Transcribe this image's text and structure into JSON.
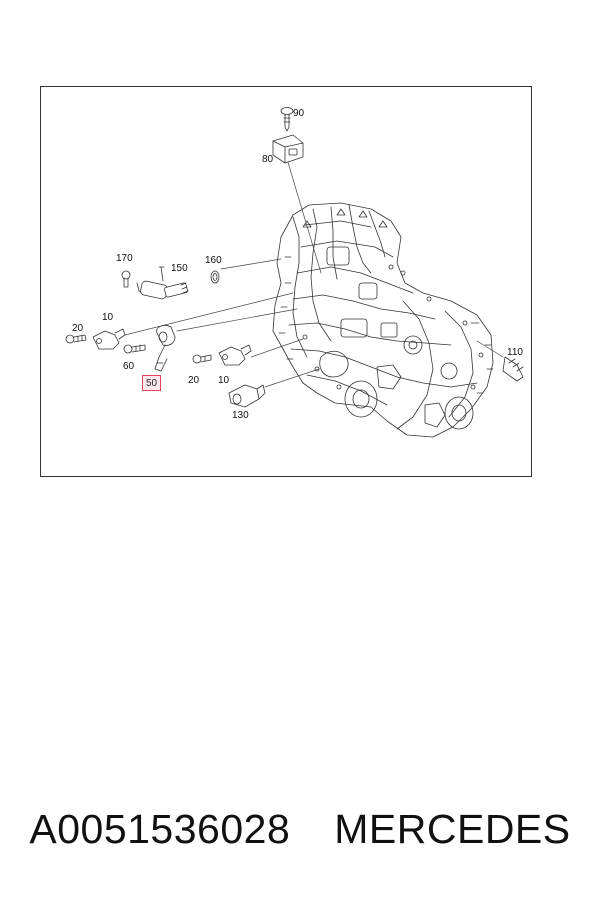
{
  "diagram": {
    "callouts": {
      "c90": "90",
      "c80": "80",
      "c170": "170",
      "c150": "150",
      "c160": "160",
      "c10a": "10",
      "c20a": "20",
      "c60": "60",
      "c50": "50",
      "c20b": "20",
      "c10b": "10",
      "c130": "130",
      "c110": "110"
    },
    "highlight_color": "#e0475a"
  },
  "caption": {
    "part_number": "A0051536028",
    "brand": "MERCEDES"
  }
}
